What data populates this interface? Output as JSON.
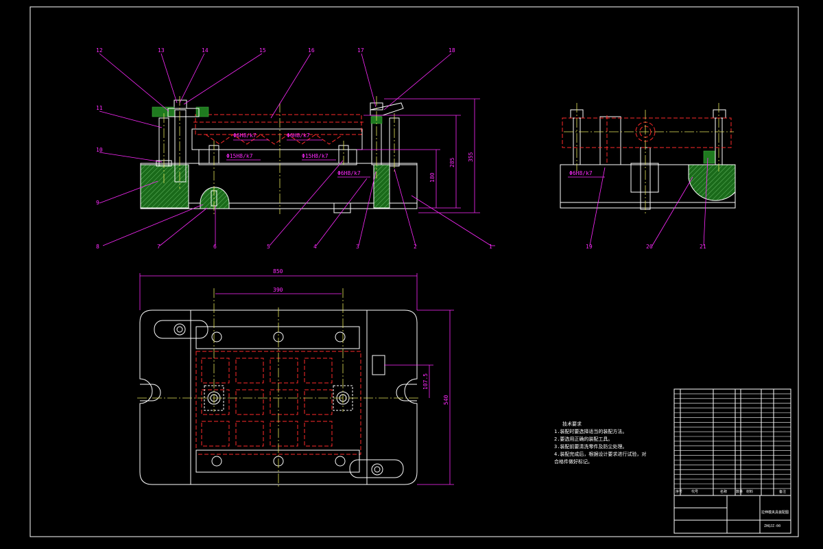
{
  "colors": {
    "background": "#000000",
    "outline": "#ffffff",
    "hidden": "#ff2a2a",
    "center": "#e8e85a",
    "dimension": "#ff2aff",
    "hatch": "#1f7a1f"
  },
  "balloons": {
    "b12": "12",
    "b13": "13",
    "b14": "14",
    "b15": "15",
    "b16": "16",
    "b17": "17",
    "b18": "18",
    "b11": "11",
    "b10": "10",
    "b9": "9",
    "b8": "8",
    "b7": "7",
    "b6": "6",
    "b5": "5",
    "b4": "4",
    "b3": "3",
    "b2": "2",
    "b1": "1",
    "b19": "19",
    "b20": "20",
    "b21": "21"
  },
  "fits": {
    "f1": "Φ6H8/k7",
    "f2": "Φ6H8/k7",
    "f3": "Φ15H8/k7",
    "f4": "Φ15H8/k7",
    "f5": "Φ6H8/k7",
    "f6": "Φ6H8/k7"
  },
  "dims": {
    "h1": "355",
    "h2": "285",
    "h3": "180",
    "w850": "850",
    "w390": "390",
    "h540": "540",
    "h107": "107.5"
  },
  "notes": {
    "title": "技术要求",
    "l1": "1.装配时要选择适当的装配方法。",
    "l2": "2.要选用正确的装配工具。",
    "l3": "3.装配前要清洗零件及防尘处理。",
    "l4": "4.装配完成后，根据设计要求进行试验，对",
    "l5": "合格件做好标记。"
  },
  "bom_header": {
    "c1": "序号",
    "c2": "代号",
    "c3": "名称",
    "c4": "数量",
    "c5": "材料",
    "c6": "备注"
  },
  "title_block": {
    "name": "拉伸模夹具装配图",
    "code": "ZHQJZ-00"
  }
}
